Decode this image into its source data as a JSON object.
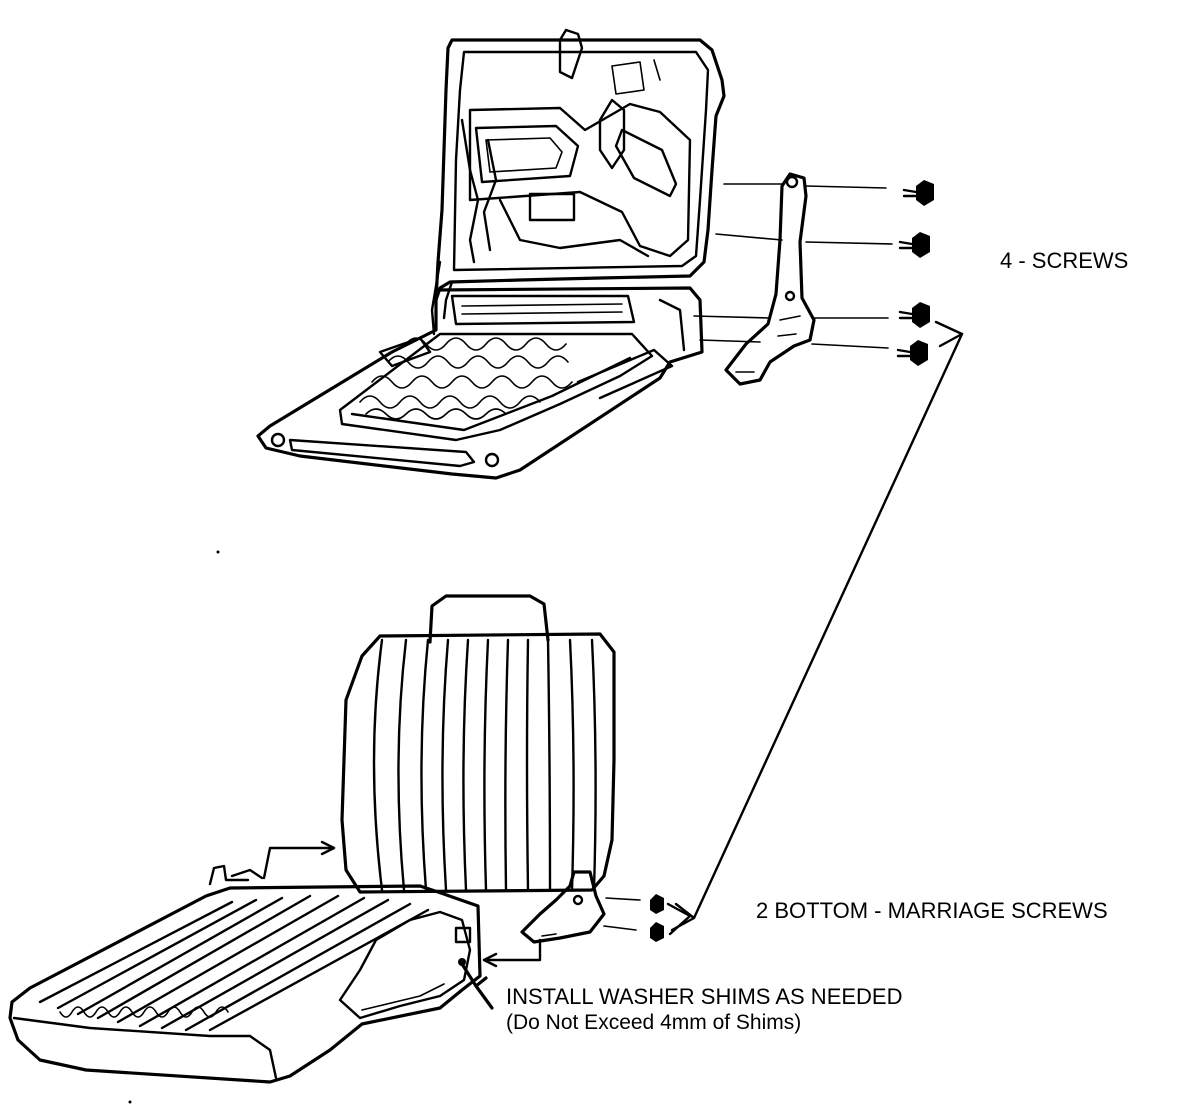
{
  "callouts": {
    "four_screws": "4 - SCREWS",
    "marriage_screws": "2 BOTTOM - MARRIAGE SCREWS",
    "shims_line1": "INSTALL WASHER SHIMS AS NEEDED",
    "shims_line2": "(Do Not Exceed 4mm of Shims)"
  }
}
